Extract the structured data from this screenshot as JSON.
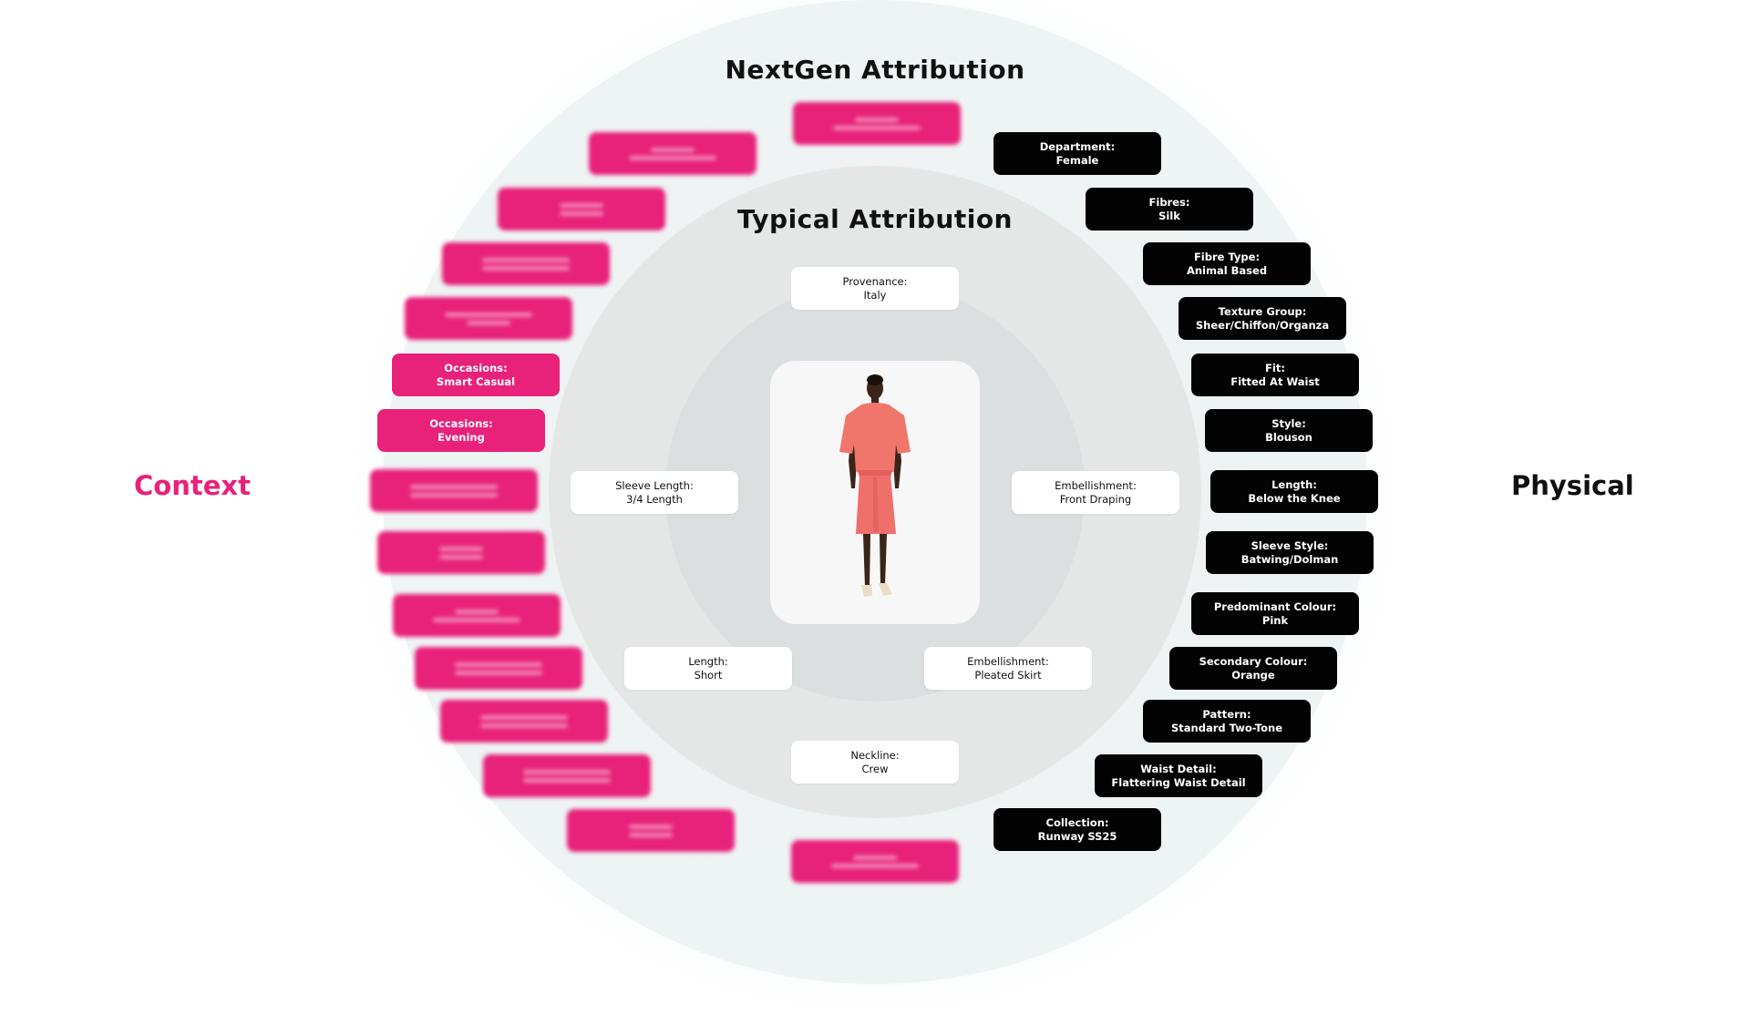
{
  "titles": {
    "outer": "NextGen Attribution",
    "inner": "Typical Attribution"
  },
  "side_labels": {
    "left": "Context",
    "right": "Physical"
  },
  "colors": {
    "context_accent": "#e8217a",
    "physical_tag": "#030303",
    "typical_tag": "#ffffff"
  },
  "product_image": {
    "icon": "model-wearing-pink-dress-photo",
    "description": "Model wearing a pink/coral batwing blouson dress with front draping and strappy heels"
  },
  "typical_attributes": [
    {
      "label": "Provenance:",
      "value": "Italy"
    },
    {
      "label": "Sleeve Length:",
      "value": "3/4 Length"
    },
    {
      "label": "Embellishment:",
      "value": "Front Draping"
    },
    {
      "label": "Length:",
      "value": "Short"
    },
    {
      "label": "Embellishment:",
      "value": "Pleated Skirt"
    },
    {
      "label": "Neckline:",
      "value": "Crew"
    }
  ],
  "physical_attributes": [
    {
      "label": "Department:",
      "value": "Female"
    },
    {
      "label": "Fibres:",
      "value": "Silk"
    },
    {
      "label": "Fibre Type:",
      "value": "Animal Based"
    },
    {
      "label": "Texture Group:",
      "value": "Sheer/Chiffon/Organza"
    },
    {
      "label": "Fit:",
      "value": "Fitted At Waist"
    },
    {
      "label": "Style:",
      "value": "Blouson"
    },
    {
      "label": "Length:",
      "value": "Below the Knee"
    },
    {
      "label": "Sleeve Style:",
      "value": "Batwing/Dolman"
    },
    {
      "label": "Predominant Colour:",
      "value": "Pink"
    },
    {
      "label": "Secondary Colour:",
      "value": "Orange"
    },
    {
      "label": "Pattern:",
      "value": "Standard Two-Tone"
    },
    {
      "label": "Waist Detail:",
      "value": "Flattering Waist Detail"
    },
    {
      "label": "Collection:",
      "value": "Runway SS25"
    }
  ],
  "context_attributes": [
    {
      "label": "",
      "value": "",
      "obscured": true
    },
    {
      "label": "",
      "value": "",
      "obscured": true
    },
    {
      "label": "",
      "value": "",
      "obscured": true
    },
    {
      "label": "",
      "value": "",
      "obscured": true
    },
    {
      "label": "",
      "value": "",
      "obscured": true
    },
    {
      "label": "Occasions:",
      "value": "Smart Casual",
      "obscured": false
    },
    {
      "label": "Occasions:",
      "value": "Evening",
      "obscured": false
    },
    {
      "label": "",
      "value": "",
      "obscured": true
    },
    {
      "label": "",
      "value": "",
      "obscured": true
    },
    {
      "label": "",
      "value": "",
      "obscured": true
    },
    {
      "label": "",
      "value": "",
      "obscured": true
    },
    {
      "label": "",
      "value": "",
      "obscured": true
    },
    {
      "label": "",
      "value": "",
      "obscured": true
    },
    {
      "label": "",
      "value": "",
      "obscured": true
    },
    {
      "label": "",
      "value": "",
      "obscured": true
    }
  ]
}
